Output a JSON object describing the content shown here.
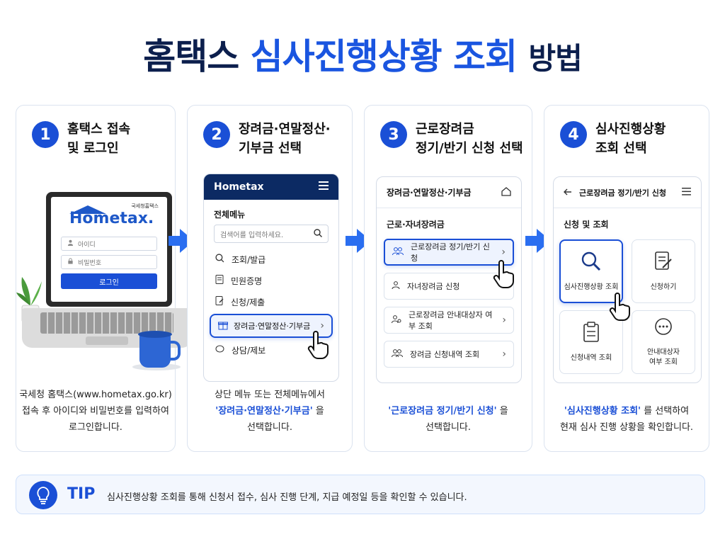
{
  "title": {
    "part1": "홈택스",
    "part2": "심사진행상황 조회",
    "part3": "방법"
  },
  "steps": [
    {
      "num": "1",
      "title_lines": [
        "홈택스 접속",
        "및 로그인"
      ],
      "desc_lines": [
        "국세청 홈택스(www.hometax.go.kr)",
        "접속 후 아이디와 비밀번호를 입력하여",
        "로그인합니다."
      ]
    },
    {
      "num": "2",
      "title_lines": [
        "장려금·연말정산·",
        "기부금 선택"
      ],
      "desc_pre": "상단 메뉴 또는 전체메뉴에서",
      "desc_hl": "'장려금·연말정산·기부금'",
      "desc_hl_suffix": " 을",
      "desc_post": "선택합니다."
    },
    {
      "num": "3",
      "title_lines": [
        "근로장려금",
        "정기/반기 신청 선택"
      ],
      "desc_hl": "'근로장려금 정기/반기 신청'",
      "desc_hl_suffix": " 을",
      "desc_post": "선택합니다."
    },
    {
      "num": "4",
      "title_lines": [
        "심사진행상황",
        "조회 선택"
      ],
      "desc_hl": "'심사진행상황 조회'",
      "desc_hl_suffix": " 를 선택하여",
      "desc_post": "현재 심사 진행 상황을 확인합니다."
    }
  ],
  "login": {
    "agency": "국세청홈택스",
    "brand": "Hometax.",
    "id_placeholder": "아이디",
    "pw_placeholder": "비밀번호",
    "login_button": "로그인"
  },
  "menu_screen": {
    "header": "Hometax",
    "section": "전체메뉴",
    "search_placeholder": "검색어를 입력하세요.",
    "items": [
      "조회/발급",
      "민원증명",
      "신청/제출",
      "장려금·연말정산·기부금",
      "상담/제보"
    ]
  },
  "list_screen": {
    "header": "장려금·연말정산·기부금",
    "section": "근로·자녀장려금",
    "items": [
      "근로장려금 정기/반기 신청",
      "자녀장려금 신청",
      "근로장려금 안내대상자 여부 조회",
      "장려금 신청내역 조회"
    ]
  },
  "tile_screen": {
    "header": "근로장려금 정기/반기 신청",
    "section": "신청 및 조회",
    "tiles": [
      "심사진행상황 조회",
      "신청하기",
      "신청내역 조회",
      "안내대상자\n여부 조회"
    ]
  },
  "tip": {
    "label": "TIP",
    "text": "심사진행상황 조회를 통해 신청서 접수, 심사 진행 단계, 지급 예정일 등을 확인할 수 있습니다."
  },
  "colors": {
    "primary": "#1a4fd6",
    "navy": "#0c1f4d",
    "arrow": "#2a6ef0"
  }
}
